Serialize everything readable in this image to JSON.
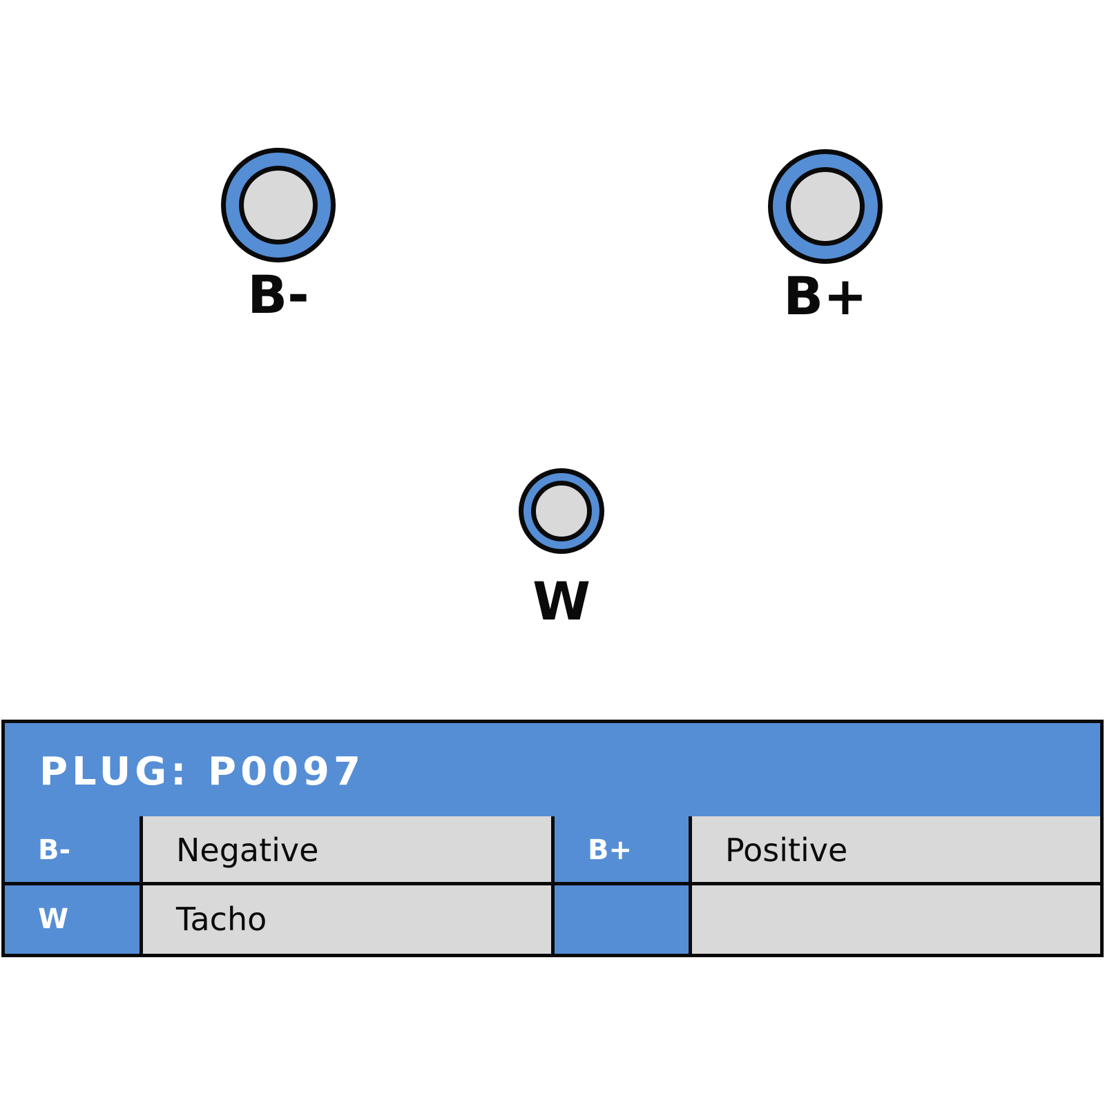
{
  "colors": {
    "accent_blue": "#558ed5",
    "pin_gray": "#d9d9d9",
    "outline": "#0a0a0a",
    "background": "#ffffff"
  },
  "terminals": [
    {
      "id": "bminus",
      "label": "B-"
    },
    {
      "id": "bplus",
      "label": "B+"
    },
    {
      "id": "w",
      "label": "W"
    }
  ],
  "table": {
    "title": "PLUG: P0097",
    "rows": [
      {
        "pin_a": "B-",
        "desc_a": "Negative",
        "pin_b": "B+",
        "desc_b": "Positive"
      },
      {
        "pin_a": "W",
        "desc_a": "Tacho",
        "pin_b": "",
        "desc_b": ""
      }
    ]
  }
}
